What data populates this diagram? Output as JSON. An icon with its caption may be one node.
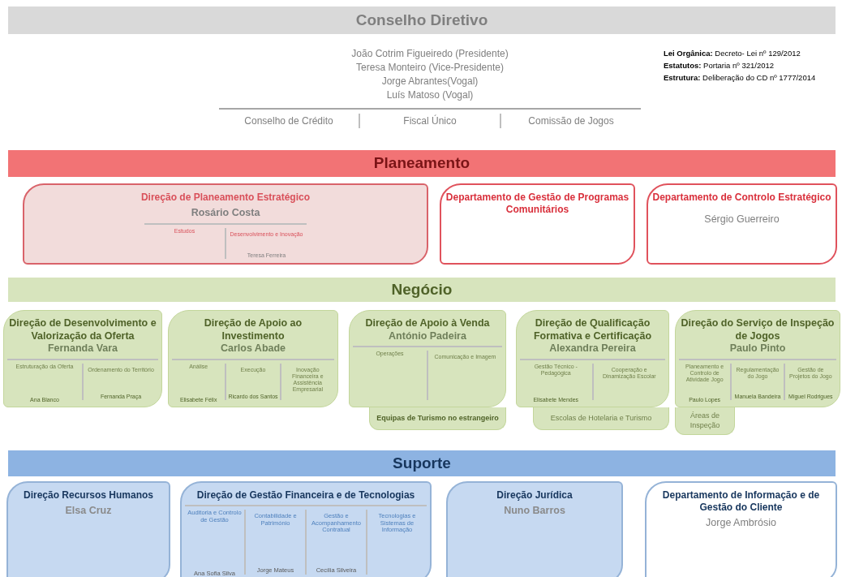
{
  "diagram": {
    "nodes": [
      {
        "text": [
          "Conselho Diretivo"
        ]
      },
      {
        "text": [
          "Planeamento"
        ]
      },
      {
        "text": [
          "Direção de Planeamento Estratégico",
          "Rosário Costa",
          "Estudos",
          "Desenvolvimento e Inovação",
          "Teresa Ferreira"
        ]
      },
      {
        "text": [
          "Departamento de Gestão de Programas Comunitários"
        ]
      },
      {
        "text": [
          "Departamento de Controlo Estratégico",
          "Sérgio Guerreiro"
        ]
      },
      {
        "text": [
          "Negócio"
        ]
      },
      {
        "text": [
          "Direção de Desenvolvimento e Valorização da Oferta",
          "Fernanda Vara",
          "Estruturação da Oferta",
          "Ana Blanco",
          "Ordenamento do Território",
          "Fernanda Praça"
        ]
      },
      {
        "text": [
          "Direção de Apoio ao Investimento",
          "Carlos Abade",
          "Análise",
          "Elisabete Félix",
          "Execução",
          "Ricardo dos Santos",
          "Inovação Financeira e Assistência Empresarial"
        ]
      },
      {
        "text": [
          "Direção de Apoio à Venda",
          "António Padeira",
          "Operações",
          "Comunicação e Imagem"
        ]
      },
      {
        "text": [
          "Equipas de Turismo no estrangeiro"
        ]
      },
      {
        "text": [
          "Direção de Qualificação Formativa e Certificação",
          "Alexandra Pereira",
          "Gestão Técnico - Pedagógica",
          "Elisabete Mendes",
          "Cooperação e Dinamização Escolar"
        ]
      },
      {
        "text": [
          "Escolas de Hotelaria e Turismo"
        ]
      },
      {
        "text": [
          "Direção do Serviço de Inspeção de Jogos",
          "Paulo Pinto",
          "Planeamento e Controlo de Atividade Jogo",
          "Paulo Lopes",
          "Regulamentação do Jogo",
          "Manuela Bandeira",
          "Gestão de Projetos do Jogo",
          "Miguel Rodrigues"
        ]
      },
      {
        "text": [
          "Áreas de Inspeção"
        ]
      },
      {
        "text": [
          "Suporte"
        ]
      },
      {
        "text": [
          "Direção Recursos Humanos",
          "Elsa Cruz"
        ]
      },
      {
        "text": [
          "Direção de Gestão Financeira e de Tecnologias",
          "Auditoria e Controlo de Gestão",
          "Ana Sofia Silva",
          "Contabilidade e Património",
          "Jorge Mateus",
          "Gestão e Acompanhamento Contratual",
          "Cecília Silveira",
          "Tecnologias e Sistemas de Informação"
        ]
      },
      {
        "text": [
          "Direção Jurídica",
          "Nuno Barros"
        ]
      },
      {
        "text": [
          "Departamento de Informação e de Gestão do Cliente",
          "Jorge Ambrósio"
        ]
      }
    ],
    "labels": [
      "João Cotrim Figueiredo (Presidente)",
      "Teresa Monteiro (Vice-Presidente)",
      "Jorge Abrantes(Vogal)",
      "Luís Matoso (Vogal)",
      "Conselho de Crédito",
      "Fiscal Único",
      "Comissão de Jogos",
      "**Lei Orgânica:** Decreto- Lei nº 129/2012",
      "**Estatutos:** Portaria nº 321/2012",
      "**Estrutura:** Deliberação do CD nº 1777/2014"
    ]
  }
}
